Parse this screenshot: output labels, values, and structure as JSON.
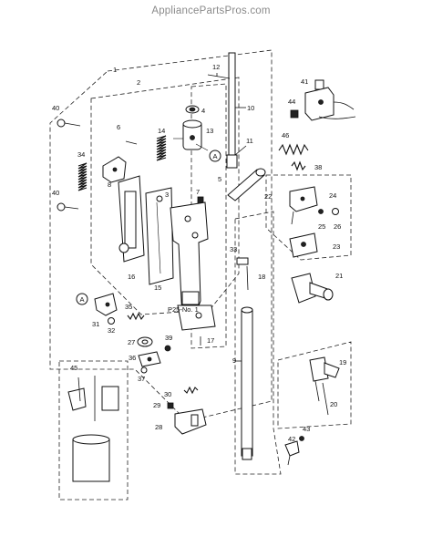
{
  "header": {
    "site": "AppliancePartsPros.com"
  },
  "diagram": {
    "labels": [
      "1",
      "2",
      "3",
      "4",
      "5",
      "6",
      "7",
      "8",
      "9",
      "10",
      "11",
      "12",
      "13",
      "14",
      "15",
      "16",
      "17",
      "18",
      "19",
      "20",
      "21",
      "22",
      "23",
      "24",
      "25",
      "26",
      "27",
      "28",
      "29",
      "30",
      "31",
      "32",
      "33",
      "34",
      "35",
      "36",
      "37",
      "38",
      "39",
      "40",
      "40",
      "41",
      "42",
      "43",
      "44",
      "45",
      "46"
    ],
    "callouts": [
      "A",
      "A"
    ],
    "note": "P25-No. 1"
  }
}
